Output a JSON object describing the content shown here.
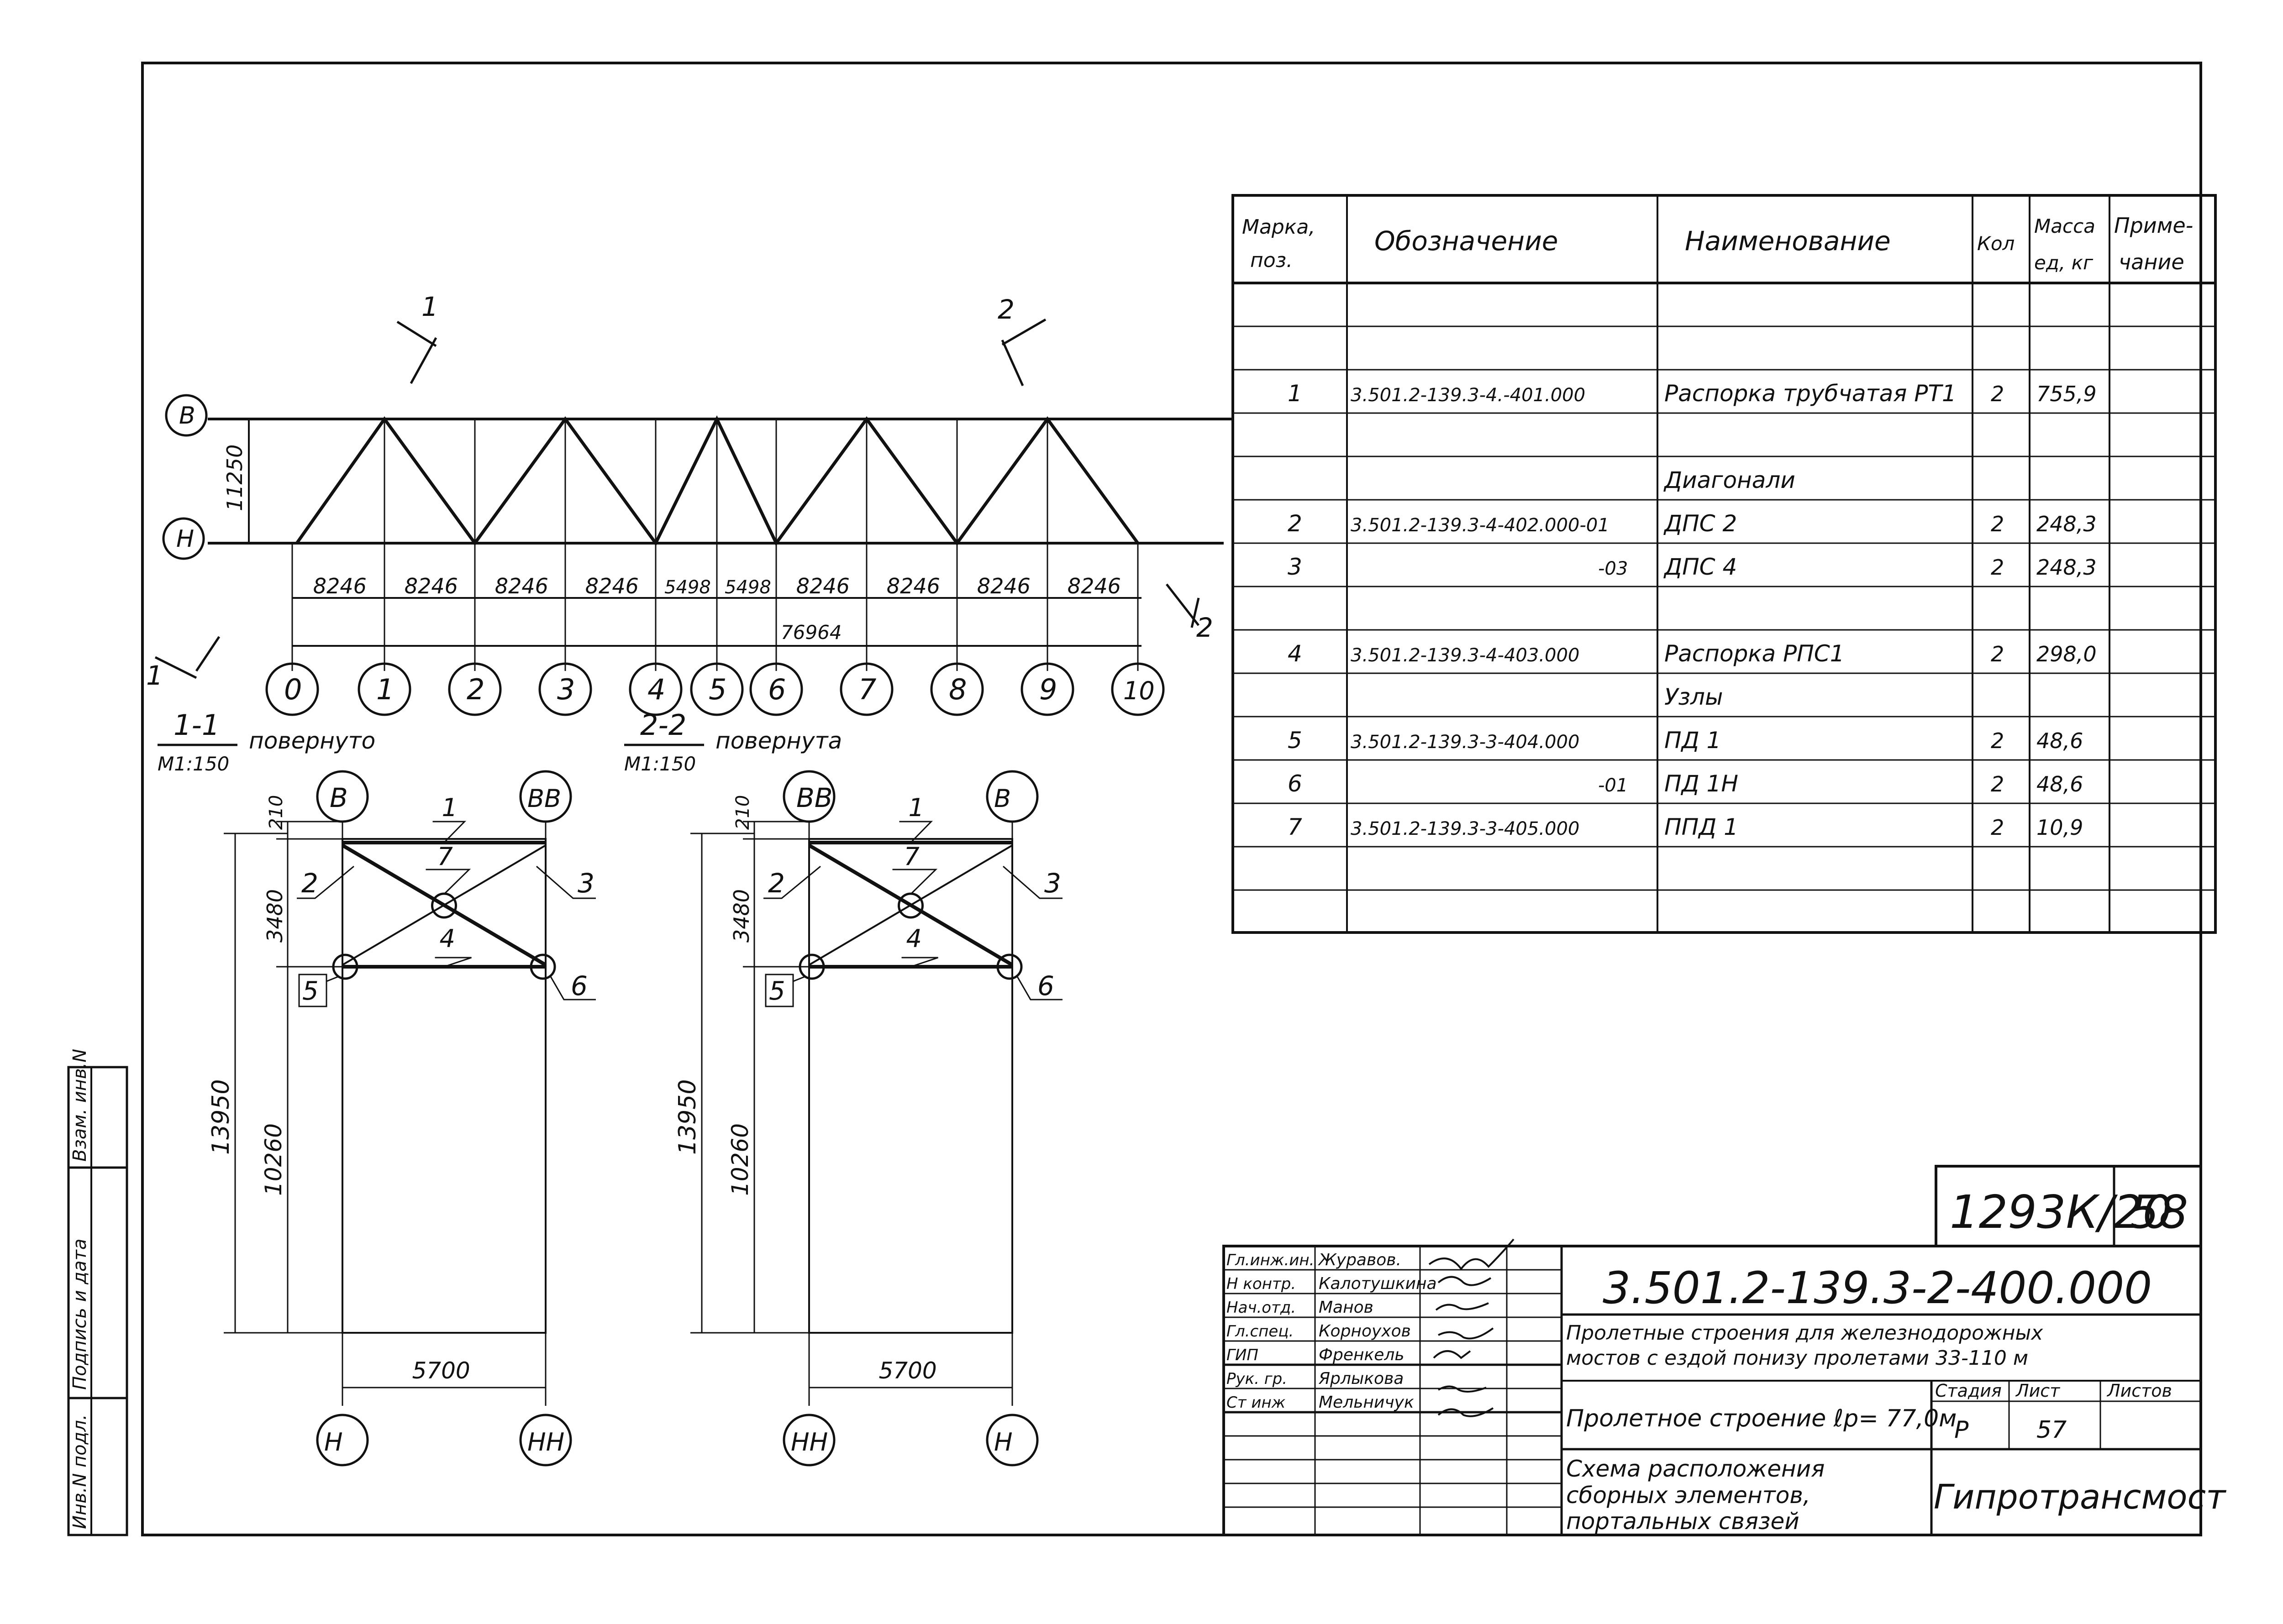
{
  "truss": {
    "nodes": [
      "0",
      "1",
      "2",
      "3",
      "4",
      "5",
      "6",
      "7",
      "8",
      "9",
      "10"
    ],
    "chord_labels": {
      "top": "В",
      "bottom": "Н"
    },
    "height": "11250",
    "panels": [
      "8246",
      "8246",
      "8246",
      "8246",
      "5498",
      "5498",
      "8246",
      "8246",
      "8246",
      "8246"
    ],
    "total": "76964",
    "cut_labels": {
      "c1a": "1",
      "c1b": "1",
      "c2a": "2",
      "c2b": "2"
    }
  },
  "sections": [
    {
      "title": "1-1",
      "scale": "М1:150",
      "note": "повернуто",
      "top_left": "В",
      "top_right": "ВВ",
      "bottom_left": "Н",
      "bottom_right": "НН",
      "dims": {
        "d210": "210",
        "d3480": "3480",
        "d13950": "13950",
        "d10260": "10260",
        "d5700": "5700"
      },
      "callouts": {
        "p1": "1",
        "p2": "2",
        "p3": "3",
        "p4": "4",
        "p5": "5",
        "p6": "6",
        "p7": "7"
      }
    },
    {
      "title": "2-2",
      "scale": "М1:150",
      "note": "повернута",
      "top_left": "ВВ",
      "top_right": "В",
      "bottom_left": "НН",
      "bottom_right": "Н",
      "dims": {
        "d210": "210",
        "d3480": "3480",
        "d13950": "13950",
        "d10260": "10260",
        "d5700": "5700"
      },
      "callouts": {
        "p1": "1",
        "p2": "2",
        "p3": "3",
        "p4": "4",
        "p5": "5",
        "p6": "6",
        "p7": "7"
      }
    }
  ],
  "spec_table": {
    "headers": {
      "mark": [
        "Марка,",
        "поз."
      ],
      "designation": "Обозначение",
      "name": "Наименование",
      "qty": "Кол",
      "mass": [
        "Масса",
        "ед, кг"
      ],
      "note": [
        "Приме-",
        "чание"
      ]
    },
    "rows": [
      {
        "mark": "",
        "des": "",
        "name": "",
        "qty": "",
        "mass": ""
      },
      {
        "mark": "",
        "des": "",
        "name": "",
        "qty": "",
        "mass": ""
      },
      {
        "mark": "1",
        "des": "3.501.2-139.3-4.-401.000",
        "name": "Распорка трубчатая РТ1",
        "qty": "2",
        "mass": "755,9"
      },
      {
        "mark": "",
        "des": "",
        "name": "",
        "qty": "",
        "mass": ""
      },
      {
        "mark": "",
        "des": "",
        "name": "Диагонали",
        "qty": "",
        "mass": ""
      },
      {
        "mark": "2",
        "des": "3.501.2-139.3-4-402.000-01",
        "name": "ДПС 2",
        "qty": "2",
        "mass": "248,3"
      },
      {
        "mark": "3",
        "des": "-03",
        "name": "ДПС 4",
        "qty": "2",
        "mass": "248,3"
      },
      {
        "mark": "",
        "des": "",
        "name": "",
        "qty": "",
        "mass": ""
      },
      {
        "mark": "4",
        "des": "3.501.2-139.3-4-403.000",
        "name": "Распорка РПС1",
        "qty": "2",
        "mass": "298,0"
      },
      {
        "mark": "",
        "des": "",
        "name": "Узлы",
        "qty": "",
        "mass": ""
      },
      {
        "mark": "5",
        "des": "3.501.2-139.3-3-404.000",
        "name": "ПД 1",
        "qty": "2",
        "mass": "48,6"
      },
      {
        "mark": "6",
        "des": "-01",
        "name": "ПД 1Н",
        "qty": "2",
        "mass": "48,6"
      },
      {
        "mark": "7",
        "des": "3.501.2-139.3-3-405.000",
        "name": "ППД 1",
        "qty": "2",
        "mass": "10,9"
      },
      {
        "mark": "",
        "des": "",
        "name": "",
        "qty": "",
        "mass": ""
      },
      {
        "mark": "",
        "des": "",
        "name": "",
        "qty": "",
        "mass": ""
      }
    ]
  },
  "stamp": {
    "inventory": "1293К/20",
    "page": "58",
    "code": "3.501.2-139.3-2-400.000",
    "project": [
      "Пролетные строения для железнодорожных",
      "мостов с ездой понизу пролетами 33-110 м"
    ],
    "object": "Пролетное строение ℓр= 77,0м",
    "sheet_title": [
      "Схема расположения",
      "сборных элементов,",
      "портальных связей"
    ],
    "stage_header": "Стадия",
    "sheet_header": "Лист",
    "sheets_header": "Листов",
    "stage": "Р",
    "sheet": "57",
    "sheets": "",
    "org": "Гипротрансмост",
    "people": [
      {
        "role": "Гл.инж.ин.",
        "name": "Журавов."
      },
      {
        "role": "Н контр.",
        "name": "Калотушкина"
      },
      {
        "role": "Нач.отд.",
        "name": "Манов"
      },
      {
        "role": "Гл.спец.",
        "name": "Корноухов"
      },
      {
        "role": "ГИП",
        "name": "Френкель"
      },
      {
        "role": "Рук. гр.",
        "name": "Ярлыкова"
      },
      {
        "role": "Ст инж",
        "name": "Мельничук"
      }
    ]
  },
  "margin": {
    "inv_original": "Инв.N подл.",
    "sign_date": "Подпись и дата",
    "inv_replace": "Взам. инв.N"
  }
}
